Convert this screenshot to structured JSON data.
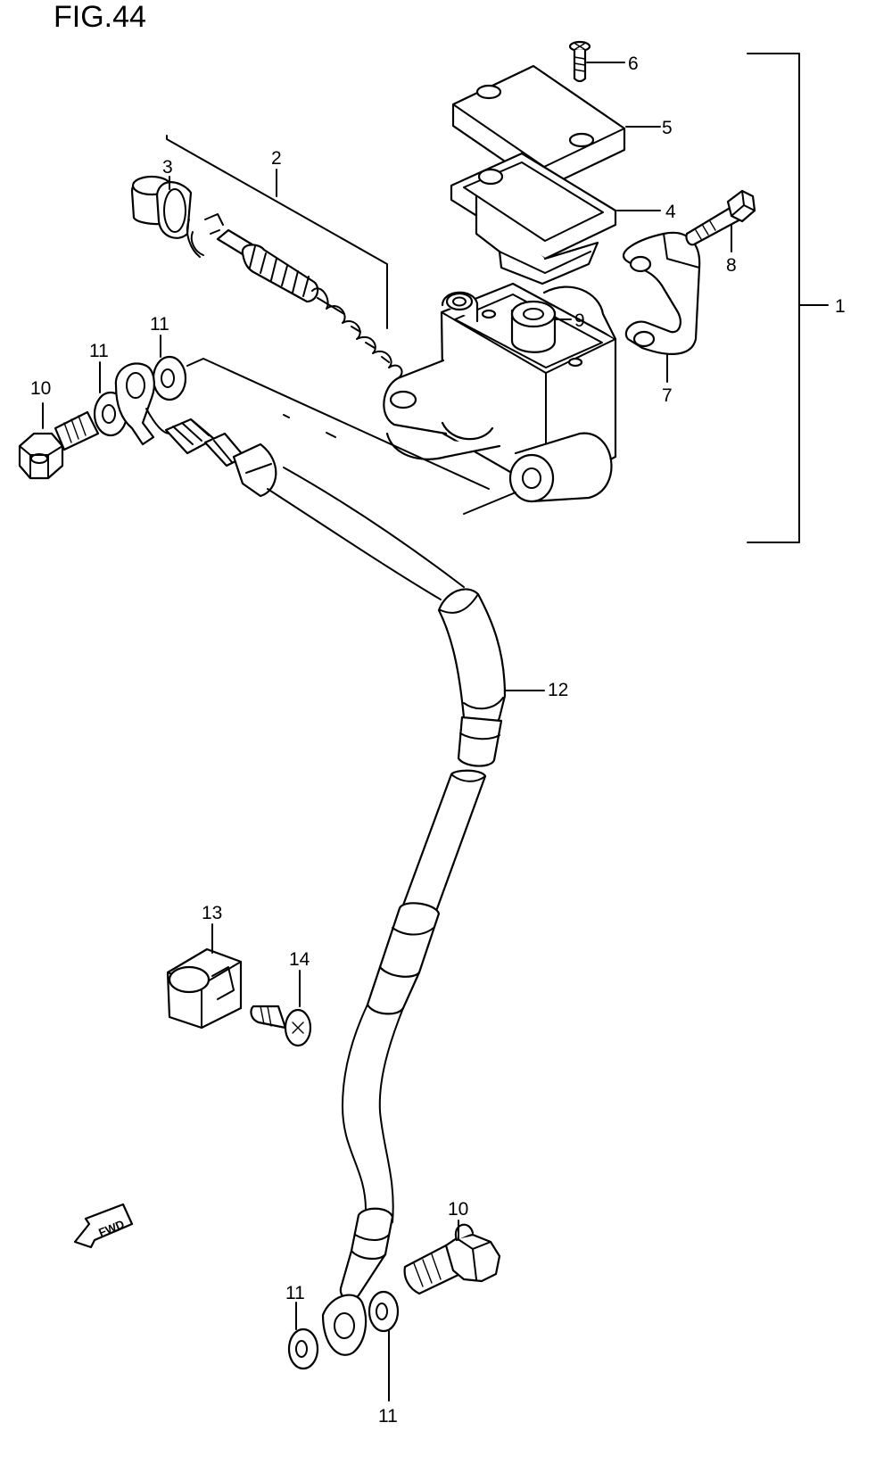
{
  "figure": {
    "title": "FIG.44",
    "fwd_label": "FWD"
  },
  "callouts": {
    "c1": "1",
    "c2": "2",
    "c3": "3",
    "c4": "4",
    "c5": "5",
    "c6": "6",
    "c7": "7",
    "c8": "8",
    "c9": "9",
    "c10_top": "10",
    "c11_left": "11",
    "c11_upper": "11",
    "c12": "12",
    "c13": "13",
    "c14": "14",
    "c10_bottom": "10",
    "c11_bottom_left": "11",
    "c11_bottom_right": "11"
  }
}
